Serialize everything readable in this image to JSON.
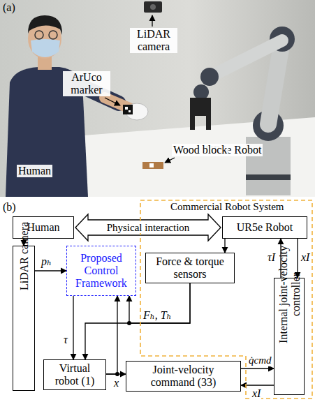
{
  "diagram": {
    "nodes": [
      {
        "text": [
          "Human"
        ]
      },
      {
        "text": [
          "Commercial Robot System"
        ]
      },
      {
        "text": [
          "UR5e Robot"
        ],
        "in": 1
      },
      {
        "text": [
          "LiDAR camera"
        ]
      },
      {
        "text": [
          "Proposed Control Framework"
        ]
      },
      {
        "text": [
          "Force & torque sensors"
        ],
        "in": 1
      },
      {
        "text": [
          "Internal joint-velocity controller"
        ],
        "in": 1
      },
      {
        "text": [
          "Virtual robot (1)"
        ]
      },
      {
        "text": [
          "Joint-velocity command (33)"
        ]
      }
    ],
    "edges": [
      {
        "from": 0,
        "to": 2,
        "arrow": "both",
        "label": "Physical interaction"
      },
      {
        "from": 0,
        "to": 3,
        "arrow": "to"
      },
      {
        "from": 3,
        "to": 4,
        "arrow": "to",
        "label": "pₕ"
      },
      {
        "from": 2,
        "to": 5,
        "arrow": "to"
      },
      {
        "from": 5,
        "to": 4,
        "arrow": "to"
      },
      {
        "from": 5,
        "to": 7,
        "arrow": "to",
        "label": "Fₕ, Tₕ"
      },
      {
        "from": 4,
        "to": 7,
        "arrow": "to",
        "label": "τ"
      },
      {
        "from": 7,
        "to": 4,
        "arrow": "to"
      },
      {
        "from": 7,
        "to": 8,
        "arrow": "to",
        "label": "x"
      },
      {
        "from": 8,
        "to": 6,
        "arrow": "to",
        "label": "q̇cmd"
      },
      {
        "from": 6,
        "to": 8,
        "arrow": "to",
        "label": "xI"
      },
      {
        "from": 6,
        "to": 2,
        "arrow": "to",
        "label": "τI"
      },
      {
        "from": 2,
        "to": 6,
        "arrow": "to",
        "label": "xI"
      }
    ],
    "labels": [
      "(a)",
      "LiDAR camera",
      "ArUco marker",
      "Human",
      "UR5e Robot",
      "Wood block",
      "(b)"
    ]
  }
}
